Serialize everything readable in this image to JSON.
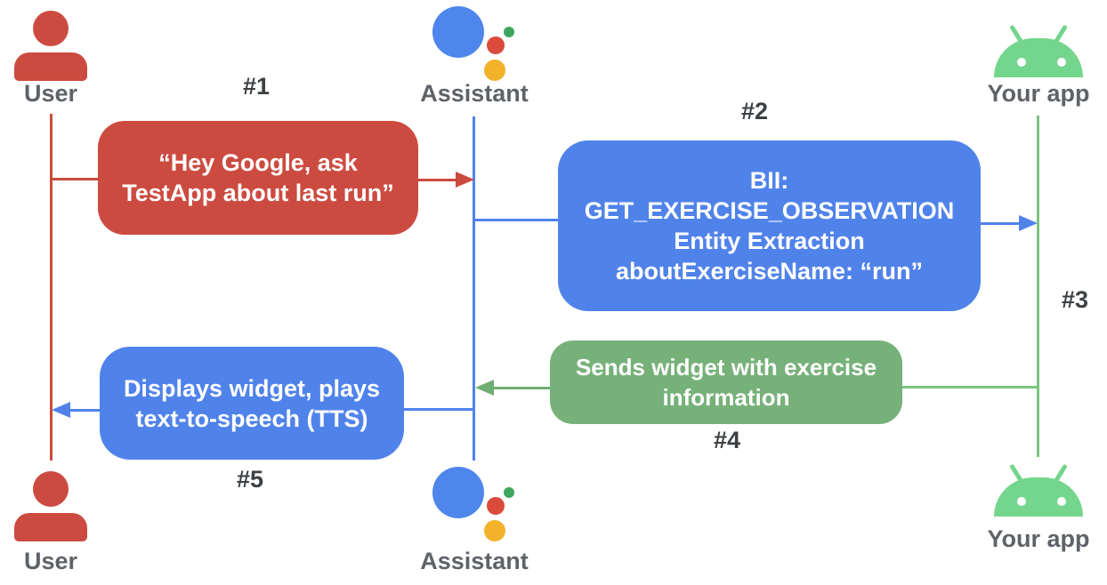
{
  "actors": {
    "user_top": "User",
    "assistant_top": "Assistant",
    "app_top": "Your app",
    "user_bottom": "User",
    "assistant_bottom": "Assistant",
    "app_bottom": "Your app"
  },
  "steps": {
    "s1": "#1",
    "s2": "#2",
    "s3": "#3",
    "s4": "#4",
    "s5": "#5"
  },
  "messages": {
    "m1": {
      "lines": [
        "“Hey Google, ask",
        "TestApp about last run”"
      ]
    },
    "m2": {
      "lines": [
        "BII:",
        "GET_EXERCISE_OBSERVATION",
        "Entity Extraction",
        "aboutExerciseName: “run”"
      ]
    },
    "m4": {
      "lines": [
        "Sends widget with exercise",
        "information"
      ]
    },
    "m5": {
      "lines": [
        "Displays widget, plays",
        "text-to-speech (TTS)"
      ]
    }
  },
  "colors": {
    "red": "#cc4b40",
    "blue": "#5083ea",
    "green_box": "#77b17a",
    "green_line": "#7cc57f",
    "android_green": "#74d58c",
    "assistant_blue": "#4e86ec",
    "assistant_red": "#db4b3c",
    "assistant_yellow": "#f2b32a",
    "assistant_green": "#3fa55c",
    "actor_label_gray": "#5f6368",
    "step_label_gray": "#3c4043"
  }
}
